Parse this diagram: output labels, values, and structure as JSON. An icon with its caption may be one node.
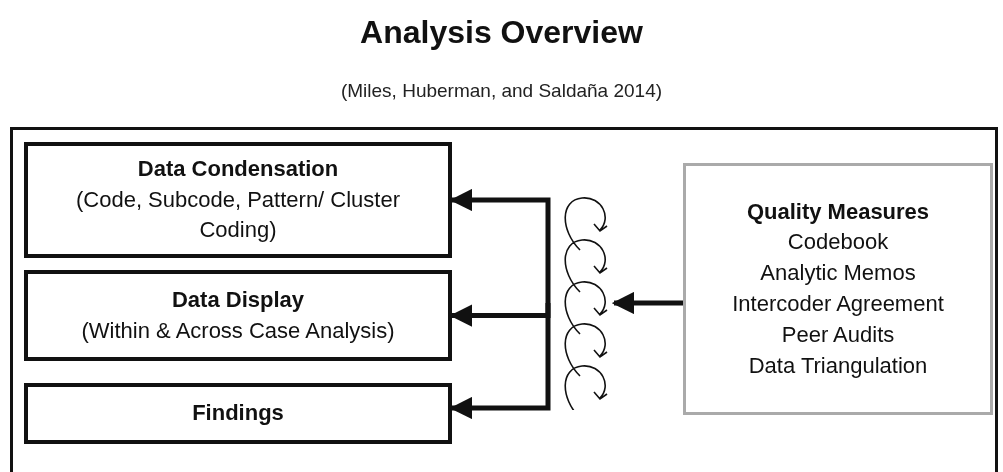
{
  "diagram": {
    "title": "Analysis Overview",
    "caption": "(Miles, Huberman, and Saldaña 2014)",
    "nodes": [
      {
        "text": [],
        "shape": "box"
      },
      {
        "text": [
          "Data Condensation",
          "(Code, Subcode, Pattern/ Cluster Coding)"
        ],
        "in": 0
      },
      {
        "text": [
          "Data Display",
          "(Within & Across Case Analysis)"
        ],
        "in": 0
      },
      {
        "text": [
          "Findings"
        ],
        "in": 0
      },
      {
        "text": [],
        "shape": "picture",
        "in": 0
      },
      {
        "text": [
          "Quality Measures",
          "Codebook",
          "Analytic Memos",
          "Intercoder Agreement",
          "Peer Audits",
          "Data Triangulation"
        ],
        "in": 0
      }
    ],
    "edges": [
      {
        "from": null,
        "to": 1,
        "arrow": "to"
      },
      {
        "from": null,
        "to": 2,
        "arrow": "to"
      },
      {
        "from": null,
        "to": 3,
        "arrow": "to"
      },
      {
        "from": 5,
        "to": 4,
        "arrow": "to"
      }
    ]
  }
}
